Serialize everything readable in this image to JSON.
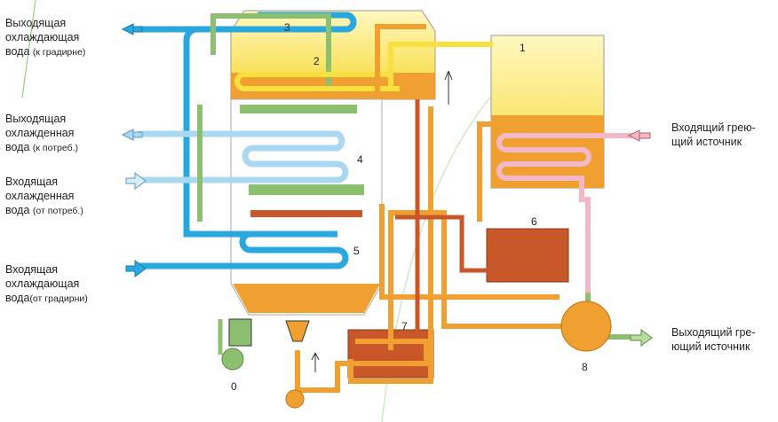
{
  "labels": {
    "cooling_out": {
      "l1": "Выходящая",
      "l2": "охлаждающая",
      "l3": "вода",
      "l3s": "(к градирне)"
    },
    "chilled_out": {
      "l1": "Выходящая",
      "l2": "охлажденная",
      "l3": "вода",
      "l3s": "(к потреб.)"
    },
    "chilled_in": {
      "l1": "Входящая",
      "l2": "охлажденная",
      "l3": "вода",
      "l3s": "(от потреб.)"
    },
    "cooling_in": {
      "l1": "Входящая",
      "l2": "охлаждающая",
      "l3": "вода",
      "l3s": "(от градирни)"
    },
    "heat_in": {
      "l1": "Входящий грею-",
      "l2": "щий источник"
    },
    "heat_out": {
      "l1": "Выходящий гре-",
      "l2": "ющий источник"
    }
  },
  "numbers": {
    "n0": "0",
    "n1": "1",
    "n2": "2",
    "n3": "3",
    "n4": "4",
    "n5": "5",
    "n6": "6",
    "n7": "7",
    "n8": "8"
  },
  "colors": {
    "cooling": "#2aa8de",
    "chilled": "#a9d8f0",
    "heating": "#f2b8c8",
    "green": "#8cc070",
    "orange": "#f0a030",
    "brown": "#c8582a",
    "yellow": "#f8e040"
  }
}
